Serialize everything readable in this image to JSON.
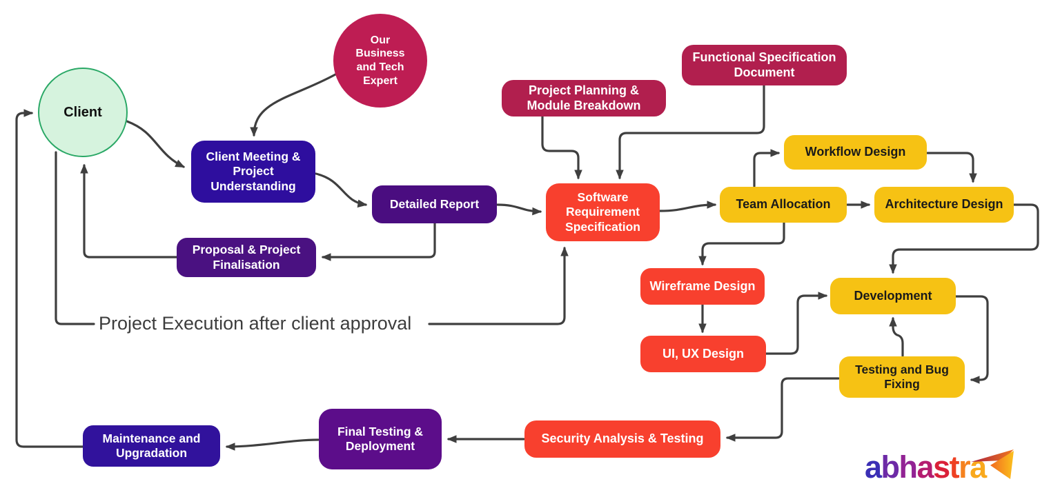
{
  "diagram": {
    "background_color": "#ffffff",
    "arrow_color": "#3f3f3f",
    "exec_label": "Project Execution after client approval",
    "nodes": {
      "client": {
        "label": "Client",
        "fill": "#d6f3de",
        "border": "#2aa866",
        "text": "#101010",
        "shape": "circle"
      },
      "expert": {
        "label": "Our Business and Tech Expert",
        "fill": "#be1d53",
        "text": "#ffffff",
        "shape": "circle"
      },
      "client_meeting": {
        "label": "Client Meeting & Project Understanding",
        "fill": "#2e0e9e",
        "text": "#ffffff"
      },
      "detailed_report": {
        "label": "Detailed Report",
        "fill": "#4a0d80",
        "text": "#ffffff"
      },
      "proposal": {
        "label": "Proposal & Project Finalisation",
        "fill": "#4a1181",
        "text": "#ffffff"
      },
      "project_planning": {
        "label": "Project Planning & Module Breakdown",
        "fill": "#b11f4e",
        "text": "#ffffff"
      },
      "functional_spec": {
        "label": "Functional Specification Document",
        "fill": "#b11f4e",
        "text": "#ffffff"
      },
      "srs": {
        "label": "Software Requirement Specification",
        "fill": "#f8402e",
        "text": "#ffffff"
      },
      "team_allocation": {
        "label": "Team Allocation",
        "fill": "#f6c214",
        "text": "#1a1a1a"
      },
      "workflow_design": {
        "label": "Workflow Design",
        "fill": "#f6c214",
        "text": "#1a1a1a"
      },
      "architecture_design": {
        "label": "Architecture Design",
        "fill": "#f6c214",
        "text": "#1a1a1a"
      },
      "wireframe_design": {
        "label": "Wireframe Design",
        "fill": "#f8402e",
        "text": "#ffffff"
      },
      "uiux_design": {
        "label": "UI, UX Design",
        "fill": "#f8402e",
        "text": "#ffffff"
      },
      "development": {
        "label": "Development",
        "fill": "#f6c214",
        "text": "#1a1a1a"
      },
      "testing_bug": {
        "label": "Testing and Bug Fixing",
        "fill": "#f6c214",
        "text": "#1a1a1a"
      },
      "security": {
        "label": "Security Analysis & Testing",
        "fill": "#f8402e",
        "text": "#ffffff"
      },
      "final_testing": {
        "label": "Final Testing & Deployment",
        "fill": "#5c0d8a",
        "text": "#ffffff"
      },
      "maintenance": {
        "label": "Maintenance and Upgradation",
        "fill": "#31129c",
        "text": "#ffffff"
      }
    },
    "logo": {
      "name": "abhastra",
      "letters": [
        {
          "ch": "a",
          "color": "#3b2fb5"
        },
        {
          "ch": "b",
          "color": "#6d2aa6"
        },
        {
          "ch": "h",
          "color": "#922394"
        },
        {
          "ch": "a",
          "color": "#b41c70"
        },
        {
          "ch": "s",
          "color": "#da2139"
        },
        {
          "ch": "t",
          "color": "#ee4123"
        },
        {
          "ch": "r",
          "color": "#f5821f"
        },
        {
          "ch": "a",
          "color": "#f9a91d"
        }
      ]
    }
  }
}
